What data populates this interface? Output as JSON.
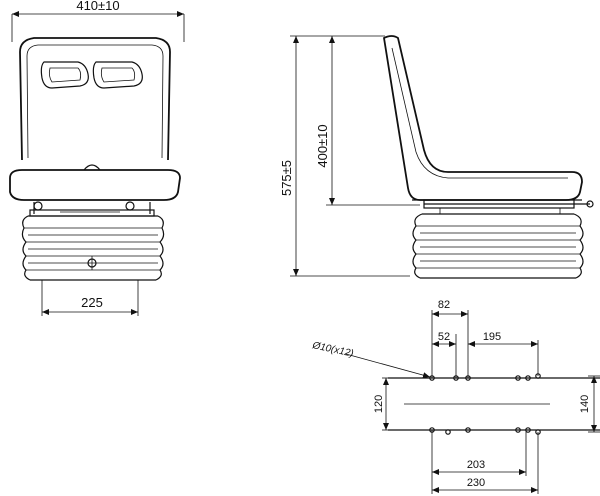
{
  "dimensions": {
    "seat_width": "410±10",
    "base_width": "225",
    "total_height": "575±5",
    "backrest_height": "400±10",
    "hole_spec": "Ø10(x12)",
    "dim_82": "82",
    "dim_52": "52",
    "dim_195": "195",
    "dim_120": "120",
    "dim_140": "140",
    "dim_203": "203",
    "dim_230": "230"
  }
}
